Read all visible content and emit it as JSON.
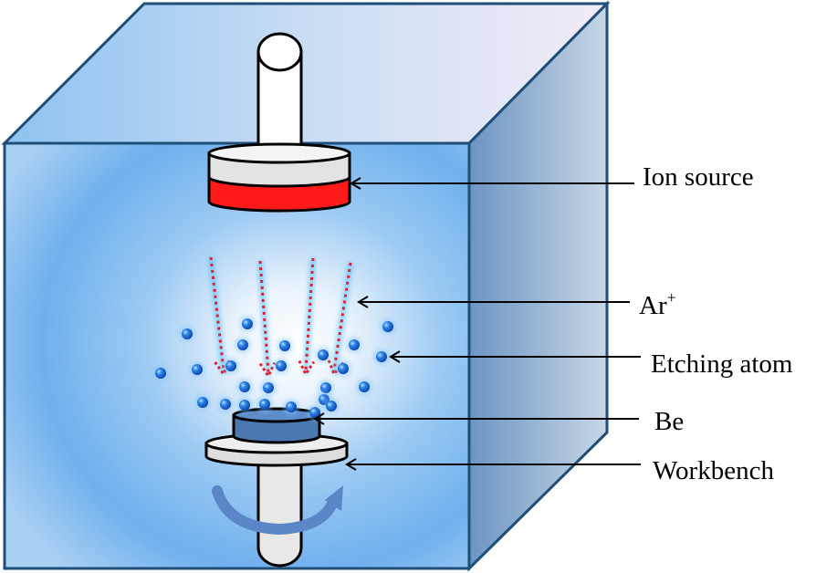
{
  "labels": {
    "ion_source": "Ion source",
    "ar_base": "Ar",
    "ar_sup": "+",
    "etching_atom": "Etching atom",
    "be": "Be",
    "workbench": "Workbench"
  },
  "colors": {
    "chamber_edge": "#1f4e79",
    "chamber_glow": "#ffffff",
    "chamber_blue": "#6fb2ee",
    "ion_source_band": "#ff1a1a",
    "ion_source_body": "#e6e6e6",
    "arrow_dots": "#e0202a",
    "arrow_glow": "#38b6ff",
    "atom": "#2f6fd8",
    "be_sample": "#4b78b0",
    "rotation_arrow": "#5b86c6",
    "leader_line": "#000000"
  },
  "icons": {
    "ion_arrows": "dotted-arrow-down",
    "etching_atoms": "sphere",
    "rotation": "curved-arrow"
  }
}
